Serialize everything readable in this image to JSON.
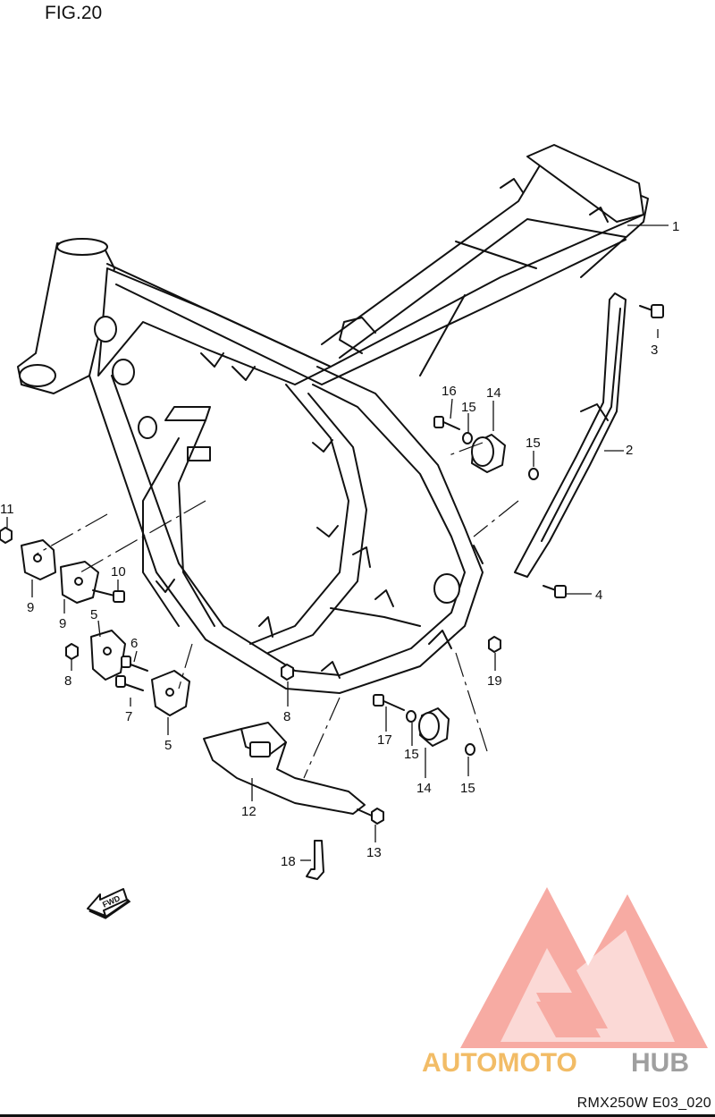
{
  "figure": {
    "title": "FIG.20",
    "code": "RMX250W E03_020"
  },
  "watermark": {
    "word_a": "AUTOMOTO",
    "word_b": "HUB",
    "color_primary": "#f7a79f",
    "color_secondary": "#f2b95e",
    "color_dark": "#9a9a9a"
  },
  "fwd_arrow": {
    "text": "FWD"
  },
  "callouts": [
    {
      "id": "c1",
      "label": "1"
    },
    {
      "id": "c2",
      "label": "2"
    },
    {
      "id": "c3",
      "label": "3"
    },
    {
      "id": "c4",
      "label": "4"
    },
    {
      "id": "c5a",
      "label": "5"
    },
    {
      "id": "c5b",
      "label": "5"
    },
    {
      "id": "c6",
      "label": "6"
    },
    {
      "id": "c7",
      "label": "7"
    },
    {
      "id": "c8a",
      "label": "8"
    },
    {
      "id": "c8b",
      "label": "8"
    },
    {
      "id": "c9a",
      "label": "9"
    },
    {
      "id": "c9b",
      "label": "9"
    },
    {
      "id": "c10",
      "label": "10"
    },
    {
      "id": "c11",
      "label": "11"
    },
    {
      "id": "c12",
      "label": "12"
    },
    {
      "id": "c13",
      "label": "13"
    },
    {
      "id": "c14a",
      "label": "14"
    },
    {
      "id": "c14b",
      "label": "14"
    },
    {
      "id": "c15a",
      "label": "15"
    },
    {
      "id": "c15b",
      "label": "15"
    },
    {
      "id": "c15c",
      "label": "15"
    },
    {
      "id": "c15d",
      "label": "15"
    },
    {
      "id": "c16",
      "label": "16"
    },
    {
      "id": "c17",
      "label": "17"
    },
    {
      "id": "c18",
      "label": "18"
    },
    {
      "id": "c19",
      "label": "19"
    }
  ]
}
